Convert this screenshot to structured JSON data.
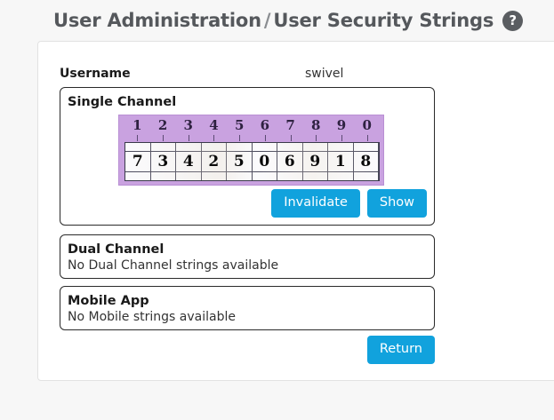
{
  "header": {
    "title_part1": "User Administration",
    "separator": "/",
    "title_part2": "User Security Strings",
    "help_glyph": "?"
  },
  "user": {
    "label": "Username",
    "value": "swivel"
  },
  "panels": {
    "single_channel": {
      "title": "Single Channel",
      "security_string": {
        "headers": [
          "1",
          "2",
          "3",
          "4",
          "5",
          "6",
          "7",
          "8",
          "9",
          "0"
        ],
        "digits": [
          "7",
          "3",
          "4",
          "2",
          "5",
          "0",
          "6",
          "9",
          "1",
          "8"
        ],
        "string": "7342506918",
        "background_color": "#c9a2e0"
      },
      "invalidate_label": "Invalidate",
      "show_label": "Show"
    },
    "dual_channel": {
      "title": "Dual Channel",
      "message": "No Dual Channel strings available"
    },
    "mobile_app": {
      "title": "Mobile App",
      "message": "No Mobile strings available"
    }
  },
  "footer": {
    "return_label": "Return"
  },
  "colors": {
    "accent_blue": "#11a2dd",
    "page_background": "#f7f7f7",
    "title_text": "#55585c"
  }
}
